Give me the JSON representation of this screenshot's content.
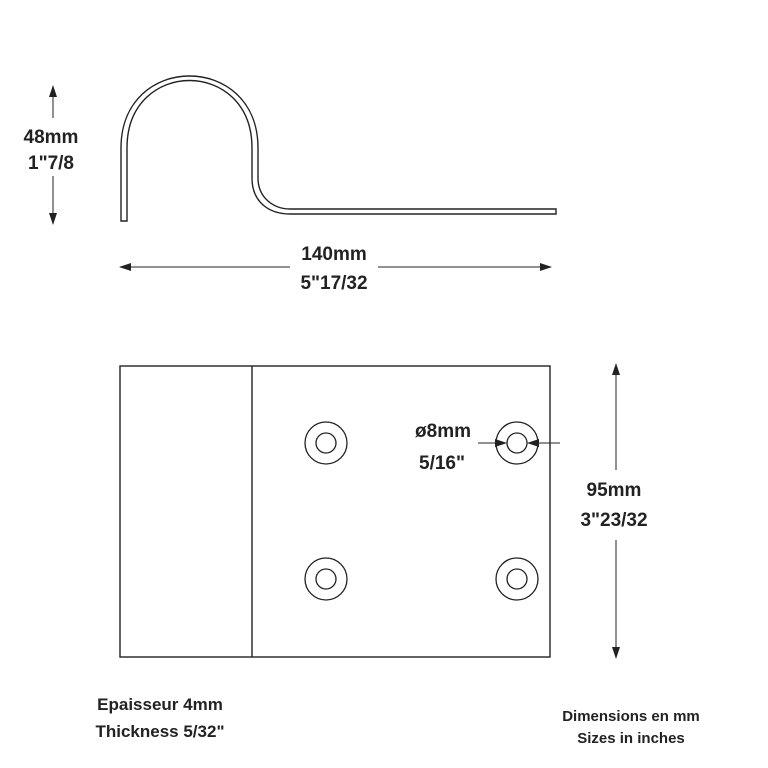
{
  "side_view": {
    "height_mm": "48mm",
    "height_in": "1\"7/8",
    "length_mm": "140mm",
    "length_in": "5\"17/32"
  },
  "plan_view": {
    "hole_diameter_mm": "ø8mm",
    "hole_diameter_in": "5/16\"",
    "width_mm": "95mm",
    "width_in": "3\"23/32"
  },
  "notes": {
    "thickness_fr": "Epaisseur 4mm",
    "thickness_en": "Thickness 5/32\"",
    "units_fr": "Dimensions en mm",
    "units_en": "Sizes in inches"
  },
  "colors": {
    "line": "#222222",
    "background": "#ffffff"
  }
}
